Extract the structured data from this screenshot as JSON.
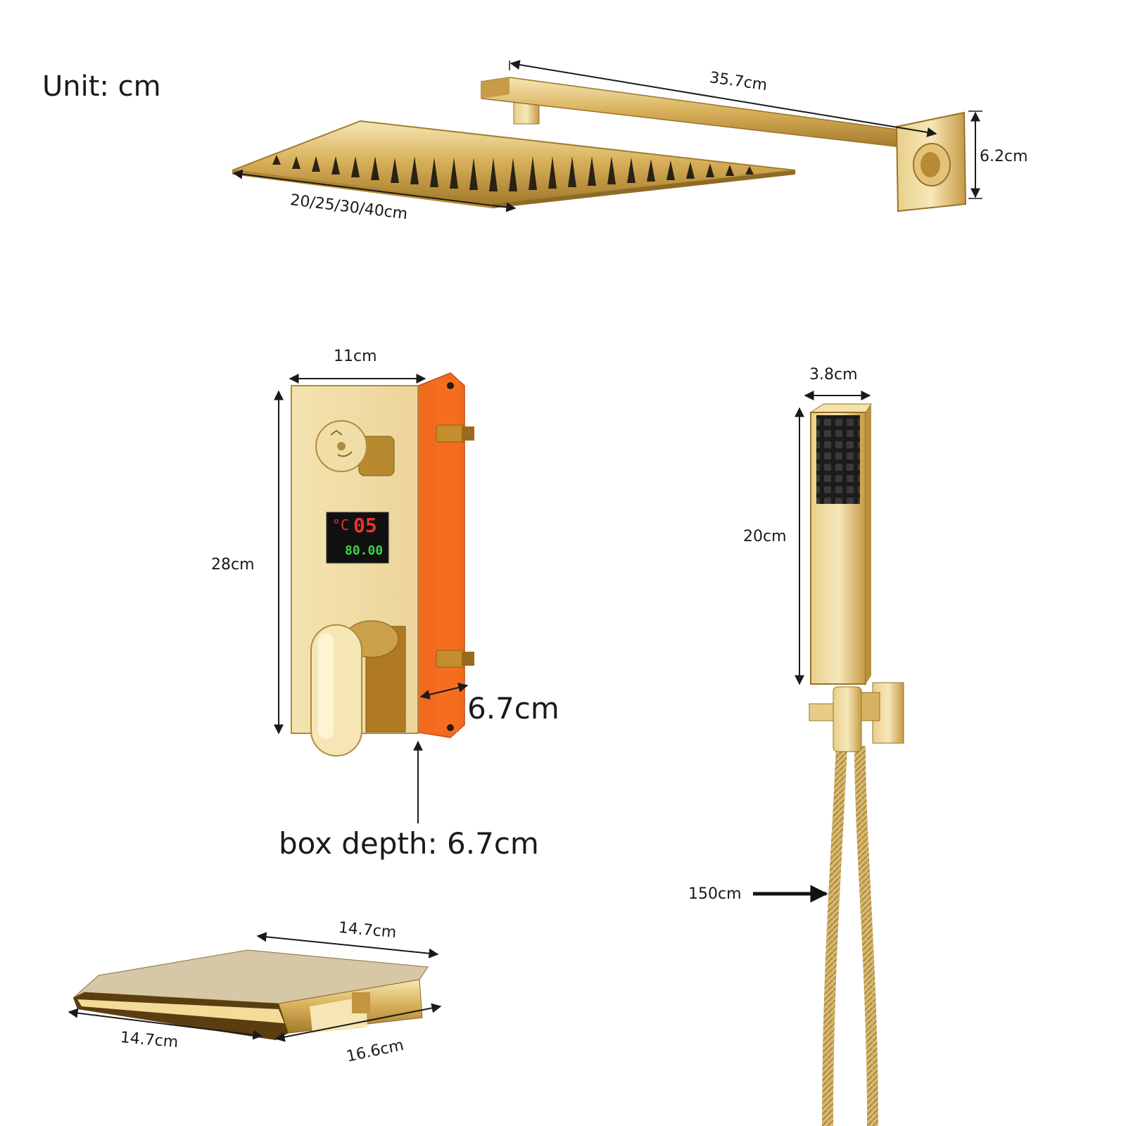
{
  "unit_label": "Unit: cm",
  "shower_head": {
    "arm_length": "35.7cm",
    "flange_height": "6.2cm",
    "head_sizes": "20/25/30/40cm"
  },
  "valve": {
    "width": "11cm",
    "height": "28cm",
    "depth": "6.7cm",
    "display_temp": "05",
    "display_temp_unit": "°C",
    "display_flow": "80.00"
  },
  "box_depth": "box depth: 6.7cm",
  "hand_shower": {
    "width": "3.8cm",
    "length": "20cm",
    "hose_length": "150cm"
  },
  "spout": {
    "top_width": "14.7cm",
    "front_width": "14.7cm",
    "depth": "16.6cm"
  },
  "colors": {
    "gold": "#d9b05a",
    "gold_dark": "#9a7226",
    "gold_light": "#f2dfa4",
    "valve_box": "#f05a14",
    "display_bg": "#101010",
    "display_red": "#e8342a",
    "display_green": "#3ad24a"
  }
}
